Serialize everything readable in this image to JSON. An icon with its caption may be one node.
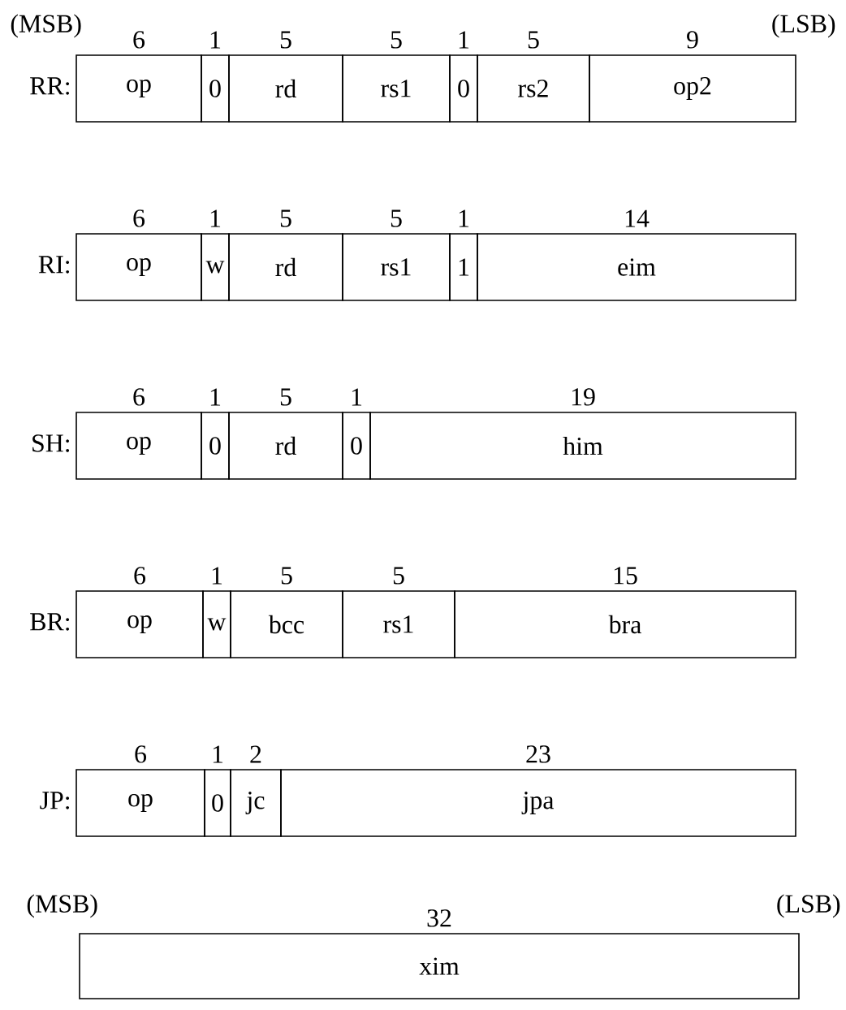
{
  "diagram": {
    "nodes": [
      {
        "text": [
          "op"
        ],
        "beside": [
          "6"
        ]
      },
      {
        "text": [
          "0"
        ],
        "beside": [
          "1"
        ]
      },
      {
        "text": [
          "rd"
        ],
        "beside": [
          "5"
        ]
      },
      {
        "text": [
          "rs1"
        ],
        "beside": [
          "5"
        ]
      },
      {
        "text": [
          "0"
        ],
        "beside": [
          "1"
        ]
      },
      {
        "text": [
          "rs2"
        ],
        "beside": [
          "5"
        ]
      },
      {
        "text": [
          "op2"
        ],
        "beside": [
          "9"
        ]
      },
      {
        "text": [
          "op"
        ],
        "beside": [
          "6"
        ]
      },
      {
        "text": [
          "w"
        ],
        "beside": [
          "1"
        ]
      },
      {
        "text": [
          "rd"
        ],
        "beside": [
          "5"
        ]
      },
      {
        "text": [
          "rs1"
        ],
        "beside": [
          "5"
        ]
      },
      {
        "text": [
          "1"
        ],
        "beside": [
          "1"
        ]
      },
      {
        "text": [
          "eim"
        ],
        "beside": [
          "14"
        ]
      },
      {
        "text": [
          "op"
        ],
        "beside": [
          "6"
        ]
      },
      {
        "text": [
          "0"
        ],
        "beside": [
          "1"
        ]
      },
      {
        "text": [
          "rd"
        ],
        "beside": [
          "5"
        ]
      },
      {
        "text": [
          "0"
        ],
        "beside": [
          "1"
        ]
      },
      {
        "text": [
          "him"
        ],
        "beside": [
          "19"
        ]
      },
      {
        "text": [
          "op"
        ],
        "beside": [
          "6"
        ]
      },
      {
        "text": [
          "w"
        ],
        "beside": [
          "1"
        ]
      },
      {
        "text": [
          "bcc"
        ],
        "beside": [
          "5"
        ]
      },
      {
        "text": [
          "rs1"
        ],
        "beside": [
          "5"
        ]
      },
      {
        "text": [
          "bra"
        ],
        "beside": [
          "15"
        ]
      },
      {
        "text": [
          "op"
        ],
        "beside": [
          "6"
        ]
      },
      {
        "text": [
          "0"
        ],
        "beside": [
          "1"
        ]
      },
      {
        "text": [
          "jc"
        ],
        "beside": [
          "2"
        ]
      },
      {
        "text": [
          "jpa"
        ],
        "beside": [
          "23"
        ]
      },
      {
        "text": [
          "xim"
        ],
        "beside": [
          "32"
        ]
      }
    ],
    "labels": [
      "(MSB)",
      "(LSB)",
      "RR:",
      "RI:",
      "SH:",
      "BR:",
      "JP:",
      "(MSB)",
      "(LSB)"
    ]
  }
}
